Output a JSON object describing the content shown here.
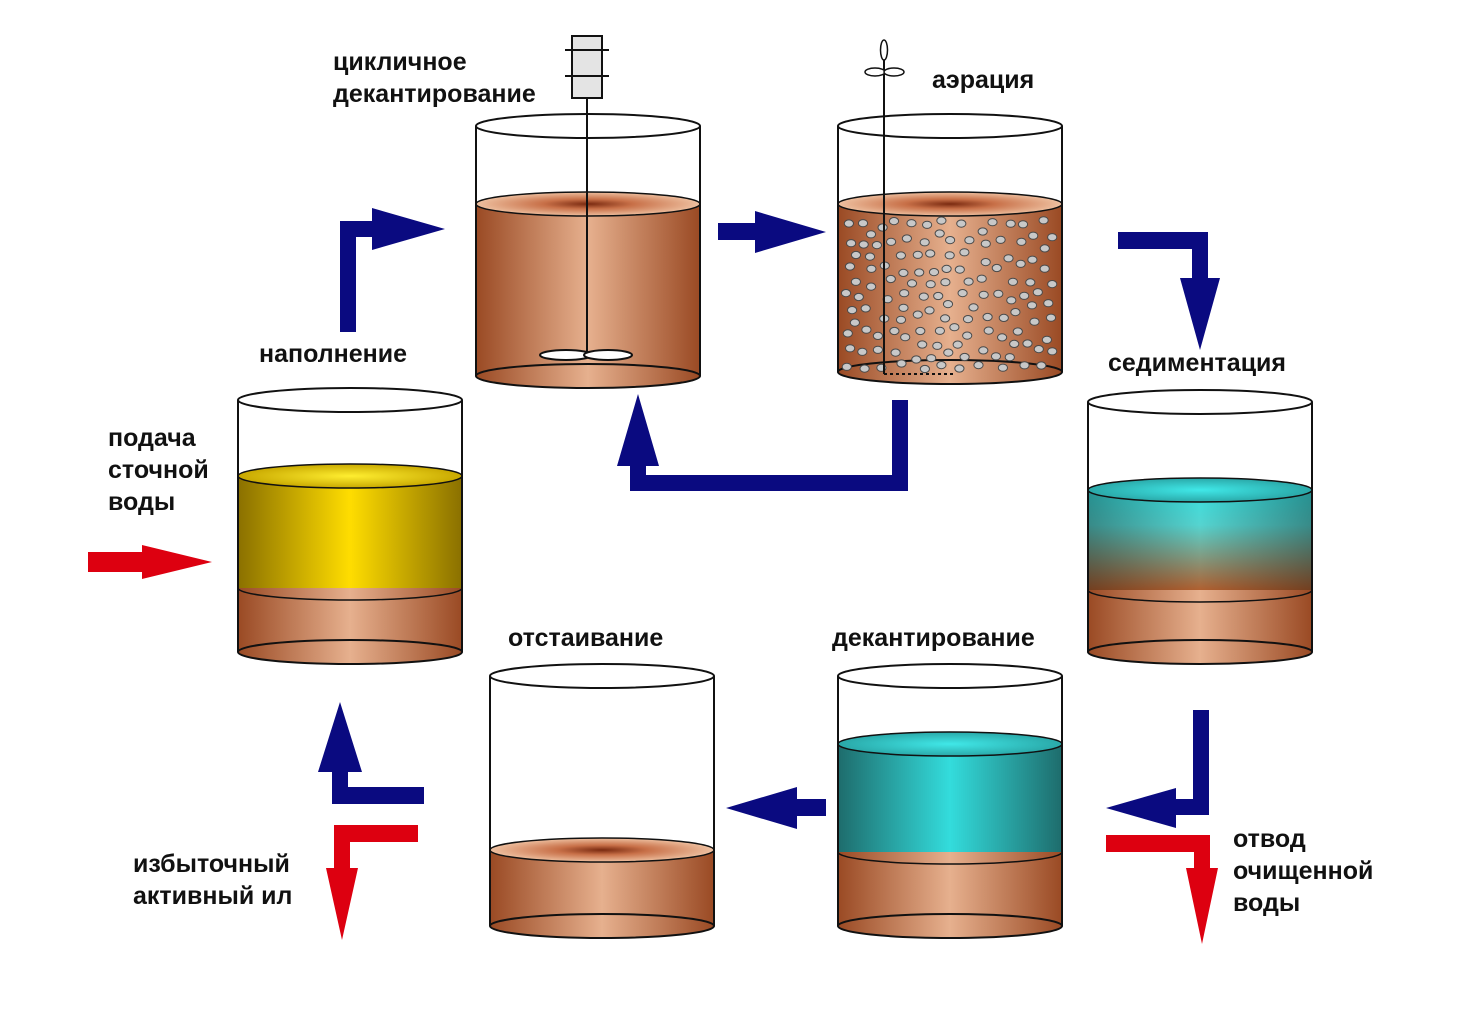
{
  "labels": {
    "cyclic_decanting": "цикличное\nдекантирование",
    "aeration": "аэрация",
    "filling": "наполнение",
    "wastewater_feed": "подача\nсточной\nводы",
    "sedimentation": "седиментация",
    "settling": "отстаивание",
    "decanting": "декантирование",
    "excess_sludge": "избыточный\nактивный ил",
    "treated_water_outlet": "отвод\nочищенной\nводы"
  },
  "colors": {
    "process_arrow": "#0a0a80",
    "stream_arrow": "#dd0010",
    "sludge_dark": "#9a4a24",
    "sludge_light": "#e6b08e",
    "wastewater_dark": "#8a7000",
    "wastewater_light": "#ffdd00",
    "clear_water_dark": "#1e6c6c",
    "clear_water_light": "#33dcdc"
  }
}
